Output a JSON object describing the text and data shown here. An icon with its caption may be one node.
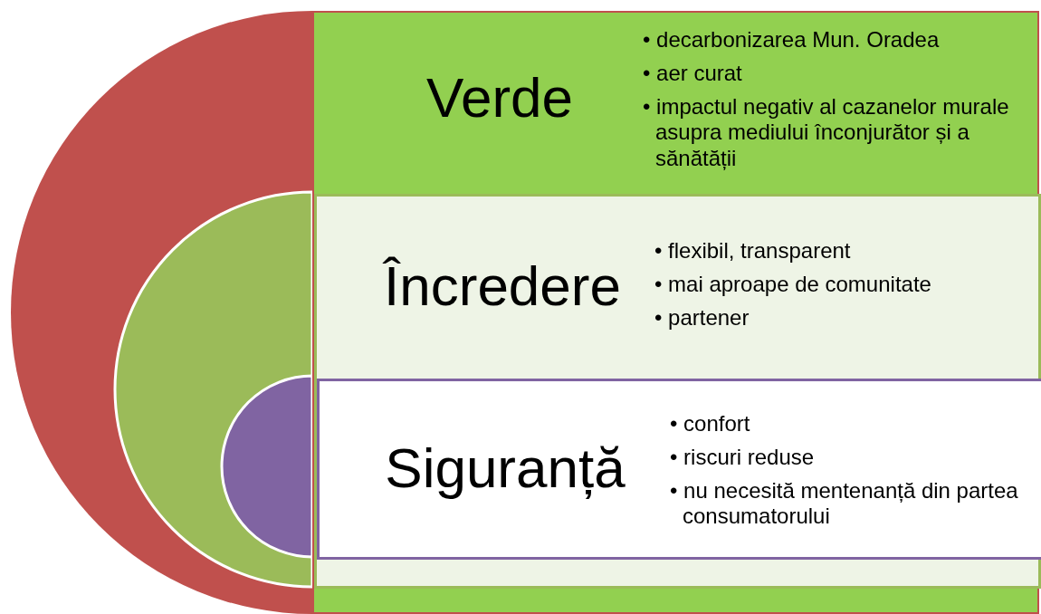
{
  "diagram": {
    "nodes": [
      {
        "text": [
          "Verde",
          "• decarbonizarea Mun. Oradea",
          "• aer curat",
          "• impactul negativ al cazanelor murale asupra mediului înconjurător și a sănătății"
        ]
      },
      {
        "text": [
          "Încredere",
          "• flexibil, transparent",
          "• mai aproape de comunitate",
          "• partener"
        ],
        "in": 0
      },
      {
        "text": [
          "Siguranță",
          "• confort",
          "• riscuri reduse",
          "• nu necesită mentenanță din partea consumatorului"
        ],
        "in": 1
      }
    ]
  }
}
